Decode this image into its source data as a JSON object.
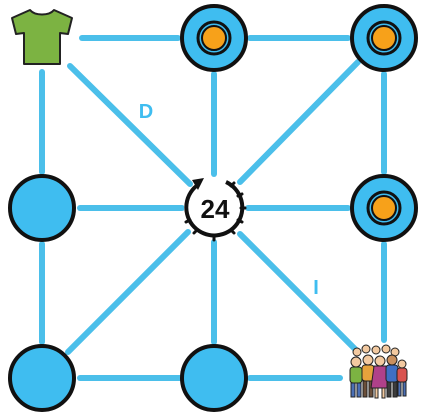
{
  "board": {
    "edge_labels": {
      "upper_left_diagonal": "D",
      "lower_right_diagonal": "I"
    },
    "center_timer": {
      "value": "24",
      "icon": "stopwatch-icon"
    },
    "nodes": [
      {
        "id": "top-left",
        "kind": "shirt",
        "icon": "green-tshirt-icon"
      },
      {
        "id": "top-middle",
        "kind": "target",
        "icon": "target-node-icon"
      },
      {
        "id": "top-right",
        "kind": "target",
        "icon": "target-node-icon"
      },
      {
        "id": "middle-left",
        "kind": "plain",
        "icon": "blue-circle-node"
      },
      {
        "id": "middle-right",
        "kind": "target",
        "icon": "target-node-icon"
      },
      {
        "id": "bottom-left",
        "kind": "plain",
        "icon": "blue-circle-node"
      },
      {
        "id": "bottom-middle",
        "kind": "plain",
        "icon": "blue-circle-node"
      },
      {
        "id": "bottom-right",
        "kind": "people",
        "icon": "crowd-of-people-icon"
      }
    ],
    "colors": {
      "line": "#4bbfea",
      "node_fill": "#3fbdf0",
      "node_stroke": "#111111",
      "target_center": "#f7a11a",
      "shirt": "#7cb342",
      "label": "#3fbdf0"
    }
  }
}
